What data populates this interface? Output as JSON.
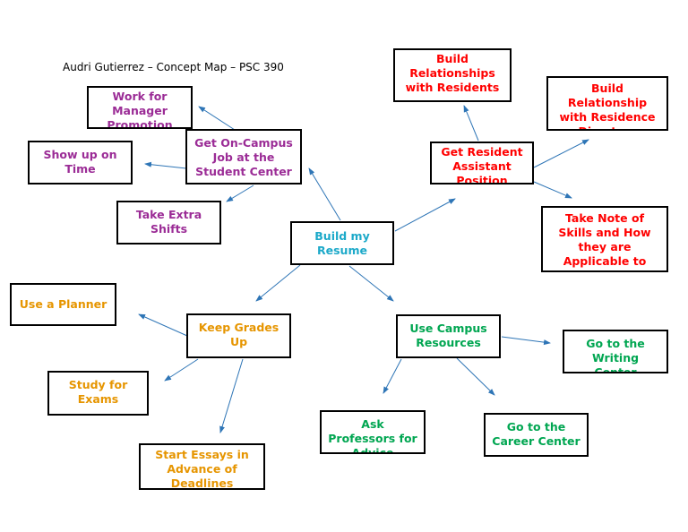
{
  "title": "Audri Gutierrez – Concept Map – PSC 390",
  "colors": {
    "purple": "#9b2c96",
    "red": "#ff0000",
    "teal": "#1ca9c9",
    "orange": "#e69500",
    "green": "#00a651",
    "arrow": "#2e75b6"
  },
  "nodes": {
    "build_resume": "Build my Resume",
    "on_campus_job": "Get On-Campus Job at the Student Center",
    "manager_promotion": "Work for Manager Promotion",
    "show_up_on_time": "Show up on Time",
    "extra_shifts": "Take Extra Shifts",
    "resident_assistant": "Get Resident Assistant Position",
    "relationships_residents": "Build Relationships with Residents",
    "relationship_directors": "Build Relationship with Residence Directors",
    "note_skills": "Take Note of Skills and How they are Applicable to Other Jobs",
    "keep_grades_up": "Keep Grades Up",
    "use_planner": "Use a Planner",
    "study_exams": "Study for Exams",
    "start_essays": "Start Essays in Advance of Deadlines",
    "campus_resources": "Use Campus Resources",
    "writing_center": "Go to the Writing Center",
    "ask_professors": "Ask Professors for Advice",
    "career_center": "Go to the Career Center"
  }
}
